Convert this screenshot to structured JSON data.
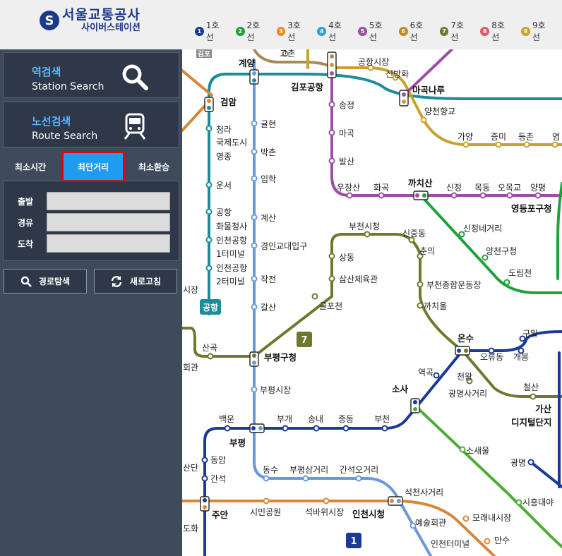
{
  "header": {
    "logo_line1": "서울교통공사",
    "logo_line2": "사이버스테이션",
    "lines": [
      {
        "num": "1",
        "label": "1호선",
        "color": "#1a3a94"
      },
      {
        "num": "2",
        "label": "2호선",
        "color": "#1ea33a"
      },
      {
        "num": "3",
        "label": "3호선",
        "color": "#ee8a1c"
      },
      {
        "num": "4",
        "label": "4호선",
        "color": "#2a9ee0"
      },
      {
        "num": "5",
        "label": "5호선",
        "color": "#9a4fa5"
      },
      {
        "num": "6",
        "label": "6호선",
        "color": "#c58a1e"
      },
      {
        "num": "7",
        "label": "7호선",
        "color": "#6b7a2d"
      },
      {
        "num": "8",
        "label": "8호선",
        "color": "#e8536e"
      },
      {
        "num": "9",
        "label": "9호선",
        "color": "#c8a22a"
      }
    ]
  },
  "sidebar": {
    "station_search": {
      "title": "역검색",
      "subtitle": "Station Search",
      "icon": "search-icon"
    },
    "route_search": {
      "title": "노선검색",
      "subtitle": "Route Search",
      "icon": "train-icon"
    },
    "tabs": [
      "최소시간",
      "최단거리",
      "최소환승"
    ],
    "active_tab": "최단거리",
    "fields": [
      {
        "label": "출발",
        "value": ""
      },
      {
        "label": "경유",
        "value": ""
      },
      {
        "label": "도착",
        "value": ""
      }
    ],
    "find_route_button": "경로탐색",
    "refresh_button": "새로고침"
  },
  "map": {
    "stations": {
      "gyeyang": "계양",
      "gimpo_airport": "김포공항",
      "gochon": "고촌",
      "airport_market": "공항시장",
      "sinbanghwa": "신방화",
      "magongnaru": "마곡나루",
      "yangcheon_hyanggyo": "양천향교",
      "gayang": "가양",
      "jeungmi": "증미",
      "deungchon": "등촌",
      "yeom": "염",
      "geomam": "검암",
      "cheongna": "청라",
      "cheongna2": "국제도시",
      "yeongjong": "영종",
      "unseo": "운서",
      "cargo1": "공항",
      "cargo2": "화물청사",
      "t1a": "인천공항",
      "t1b": "1터미널",
      "t2a": "인천공항",
      "t2b": "2터미널",
      "gyulhyeon": "귤현",
      "bakchon": "박촌",
      "imhak": "임학",
      "gyesan": "계산",
      "gyeongin": "경인교대입구",
      "jakjeon": "작전",
      "galsan": "갈산",
      "songjeong": "송정",
      "magok": "마곡",
      "balsan": "발산",
      "usan": "우장산",
      "hwagok": "화곡",
      "kkachisan": "까치산",
      "sinjeong": "신정",
      "mokdong": "목동",
      "omokgyo": "오목교",
      "yangpyeong": "양평",
      "yeongdeungpo": "영등포구청",
      "sinjeongnegeori": "신정네거리",
      "yangcheongu": "양천구청",
      "dorimcheon": "도림천",
      "bucheon_city": "부천시청",
      "sinjungdong": "신중동",
      "chunui": "춘의",
      "sangdong": "상동",
      "samsan": "삼산체육관",
      "bucheon_stadium": "부천종합운동장",
      "kkachiul": "까치울",
      "gulpocheon": "굴포천",
      "onsu": "온수",
      "guil": "구일",
      "oryudong": "오류동",
      "gaebong": "개봉",
      "yeokgok": "역곡",
      "cheonwang": "천왕",
      "gwangmyeong_sageori": "광명사거리",
      "cheolsan": "철산",
      "gasan1": "가산",
      "gasan2": "디지털단지",
      "sosa": "소사",
      "sosaeul": "소새울",
      "gwangmyeong": "광명",
      "siheung": "시흥대야",
      "sangok": "산곡",
      "bupyeong_gu": "부평구청",
      "bupyeong_market": "부평시장",
      "baegun": "백운",
      "bupyeong": "부평",
      "bugae": "부개",
      "songnae": "송내",
      "jungdong": "중동",
      "bucheon": "부천",
      "dongsu": "동수",
      "bupyeong_samgeori": "부평삼거리",
      "ganseok_ogeori": "간석오거리",
      "dongam": "동암",
      "ganseok": "간석",
      "juan": "주안",
      "simin": "시민공원",
      "seokbawi": "석바위시장",
      "incheon_city": "인천시청",
      "seokcheon": "석천사거리",
      "moraenae": "모래내시장",
      "arts": "예술회관",
      "manwol": "만수",
      "incheon_terminal": "인천터미널",
      "edge_gimpo": "김포",
      "edge_sijang": "시장",
      "edge_hoegwan": "회관",
      "edge_sandan": "산단",
      "edge_dohwa": "도화",
      "airport_badge": "공항",
      "line7_badge": "7",
      "line1_badge": "1"
    }
  }
}
